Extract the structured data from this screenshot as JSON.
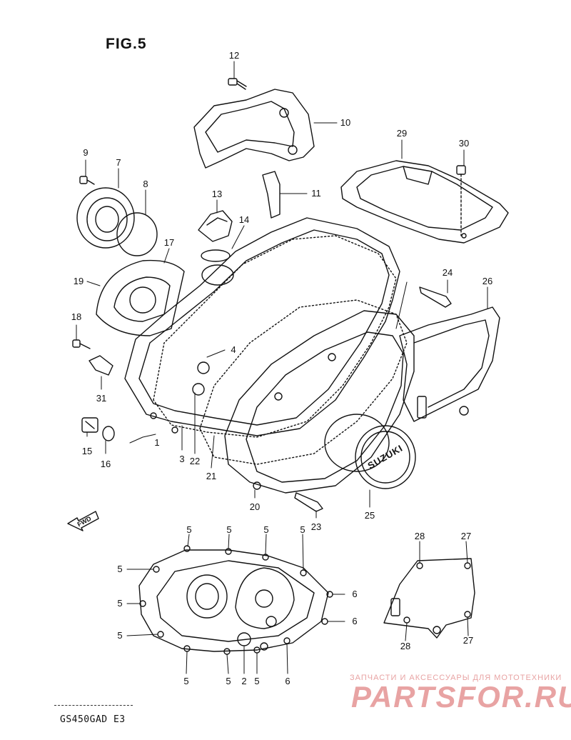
{
  "figure_title": "FIG.5",
  "model_code": "GS450GAD E3",
  "watermark": {
    "tagline": "ЗАПЧАСТИ И АКСЕССУАРЫ ДЛЯ МОТОТЕХНИКИ",
    "logo_text": "PARTSFOR.RU"
  },
  "direction_marker": "FWD",
  "cover_emblem": "SUZUKI",
  "callouts": {
    "c12": "12",
    "c10": "10",
    "c29": "29",
    "c30": "30",
    "c9": "9",
    "c7": "7",
    "c8": "8",
    "c13": "13",
    "c11": "11",
    "c14": "14",
    "c17": "17",
    "c19": "19",
    "c24": "24",
    "c26": "26",
    "c18": "18",
    "c4": "4",
    "c31": "31",
    "c15": "15",
    "c16": "16",
    "c1": "1",
    "c3": "3",
    "c22": "22",
    "c21": "21",
    "c20": "20",
    "c25": "25",
    "c23": "23",
    "b5a": "5",
    "b5b": "5",
    "b5c": "5",
    "b5d": "5",
    "b28a": "28",
    "b27a": "27",
    "b5e": "5",
    "b6a": "6",
    "b5f": "5",
    "b6b": "6",
    "b5g": "5",
    "b28b": "28",
    "b27b": "27",
    "b5h": "5",
    "b5i": "5",
    "b2": "2",
    "b5j": "5",
    "b6c": "6"
  },
  "colors": {
    "ink": "#111111",
    "watermark": "#e8a3a3"
  }
}
